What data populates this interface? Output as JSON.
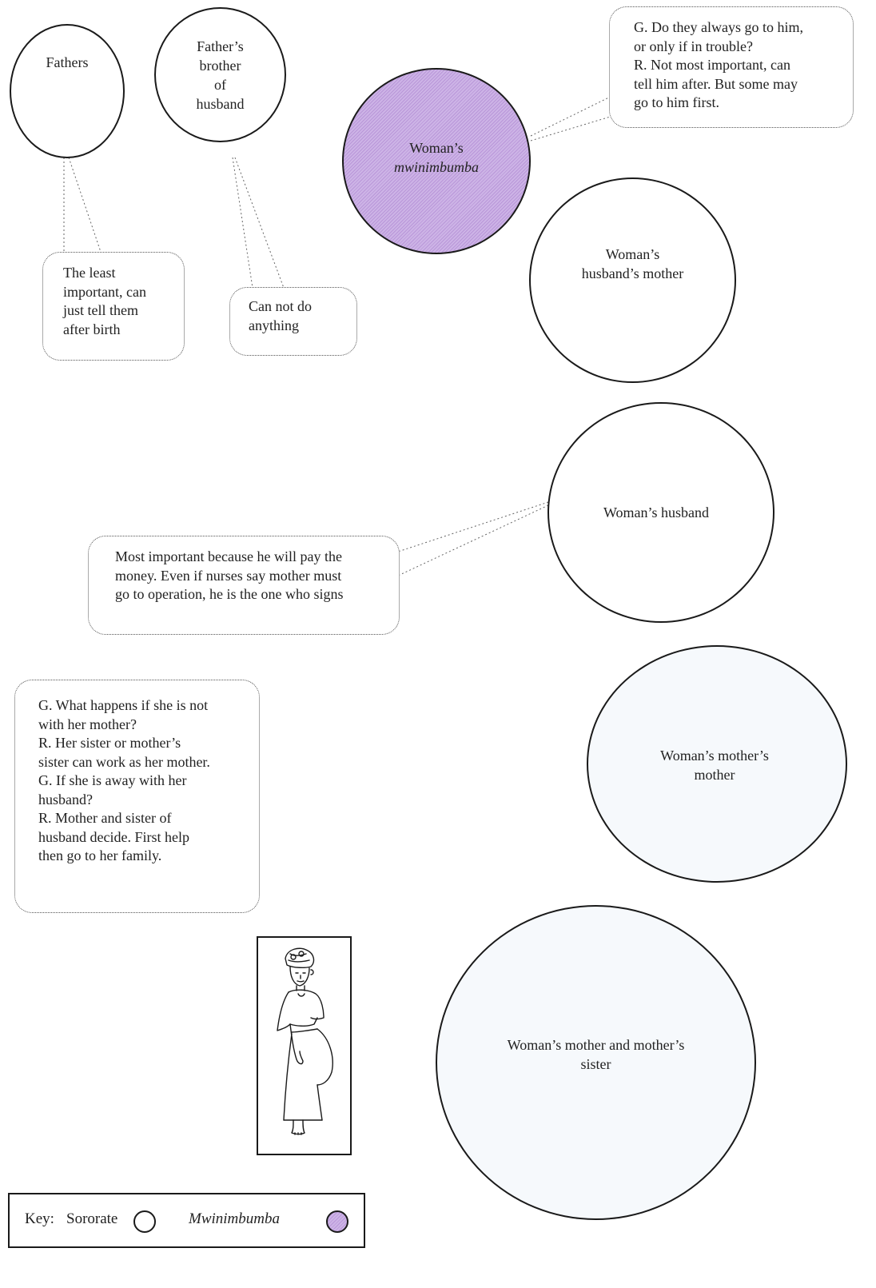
{
  "nodes": {
    "fathers": [
      "Fathers"
    ],
    "fathers_brother": [
      "Father’s",
      "brother",
      "of",
      "husband"
    ],
    "mwinimbumba": [
      "Woman’s",
      "mwinimbumba"
    ],
    "husbands_mother": [
      "Woman’s",
      "husband’s mother"
    ],
    "husband": [
      "Woman’s husband"
    ],
    "mothers_mother": [
      "Woman’s mother’s",
      "mother"
    ],
    "mother_and_sister": [
      "Woman’s mother and mother’s",
      "sister"
    ]
  },
  "notes": {
    "mwinimbumba_note": [
      "G. Do they always go to him,",
      "or only if in trouble?",
      "R. Not most important, can",
      "tell him after. But some may",
      "go to him first."
    ],
    "fathers_note": [
      "The least",
      "important, can",
      "just tell them",
      "after birth"
    ],
    "fathers_brother_note": [
      "Can not do",
      "anything"
    ],
    "husband_note": [
      "Most important because he will pay the",
      "money. Even if nurses say mother must",
      "go to operation, he is the one who signs"
    ],
    "mother_note": [
      "G. What happens if she is not",
      "with her mother?",
      "R. Her sister or mother’s",
      "sister can work as her mother.",
      "G. If she is away with her",
      "husband?",
      "R. Mother and sister of",
      "husband decide. First help",
      "then go to her family."
    ]
  },
  "key": {
    "label": "Key:",
    "sororate": "Sororate",
    "mwinimbumba": "Mwinimbumba"
  },
  "colors": {
    "mwinimbumba_fill": "#c5a8e2",
    "outline": "#1a1a1a",
    "pale_fill": "#f6f9fc"
  },
  "figure": {
    "icon": "pregnant-woman-illustration"
  }
}
